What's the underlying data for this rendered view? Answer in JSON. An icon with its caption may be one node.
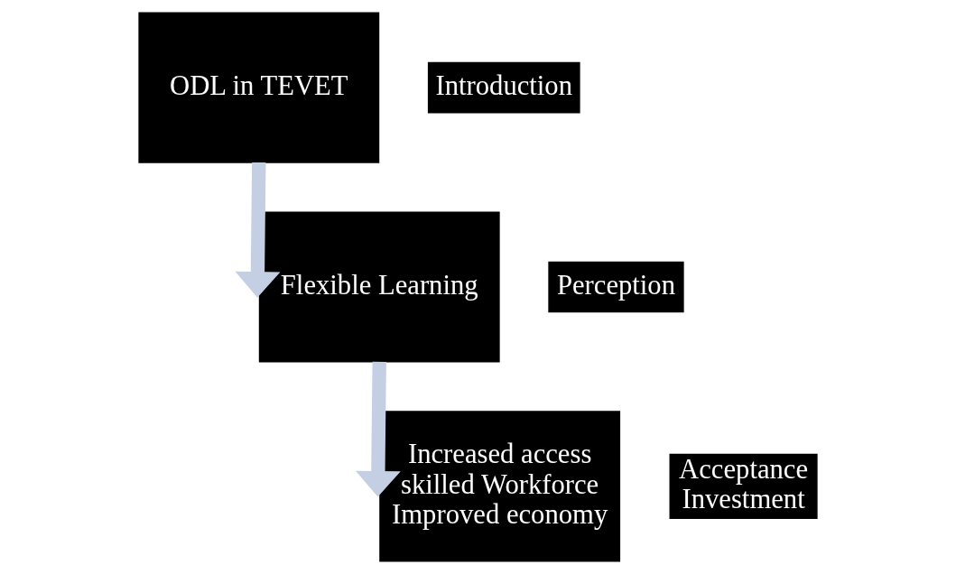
{
  "diagram": {
    "nodes": [
      {
        "text": [
          "ODL in TEVET"
        ]
      },
      {
        "text": [
          "Introduction"
        ]
      },
      {
        "text": [
          "Flexible Learning"
        ]
      },
      {
        "text": [
          "Perception"
        ]
      },
      {
        "text": [
          "Increased access",
          "skilled Workforce",
          "Improved economy"
        ]
      },
      {
        "text": [
          "Acceptance",
          "Investment"
        ]
      }
    ],
    "edges": [
      {
        "from": 0,
        "to": 2,
        "arrow": "to",
        "color": "#c5cfe3"
      },
      {
        "from": 2,
        "to": 4,
        "arrow": "to",
        "color": "#c5cfe3"
      }
    ]
  }
}
